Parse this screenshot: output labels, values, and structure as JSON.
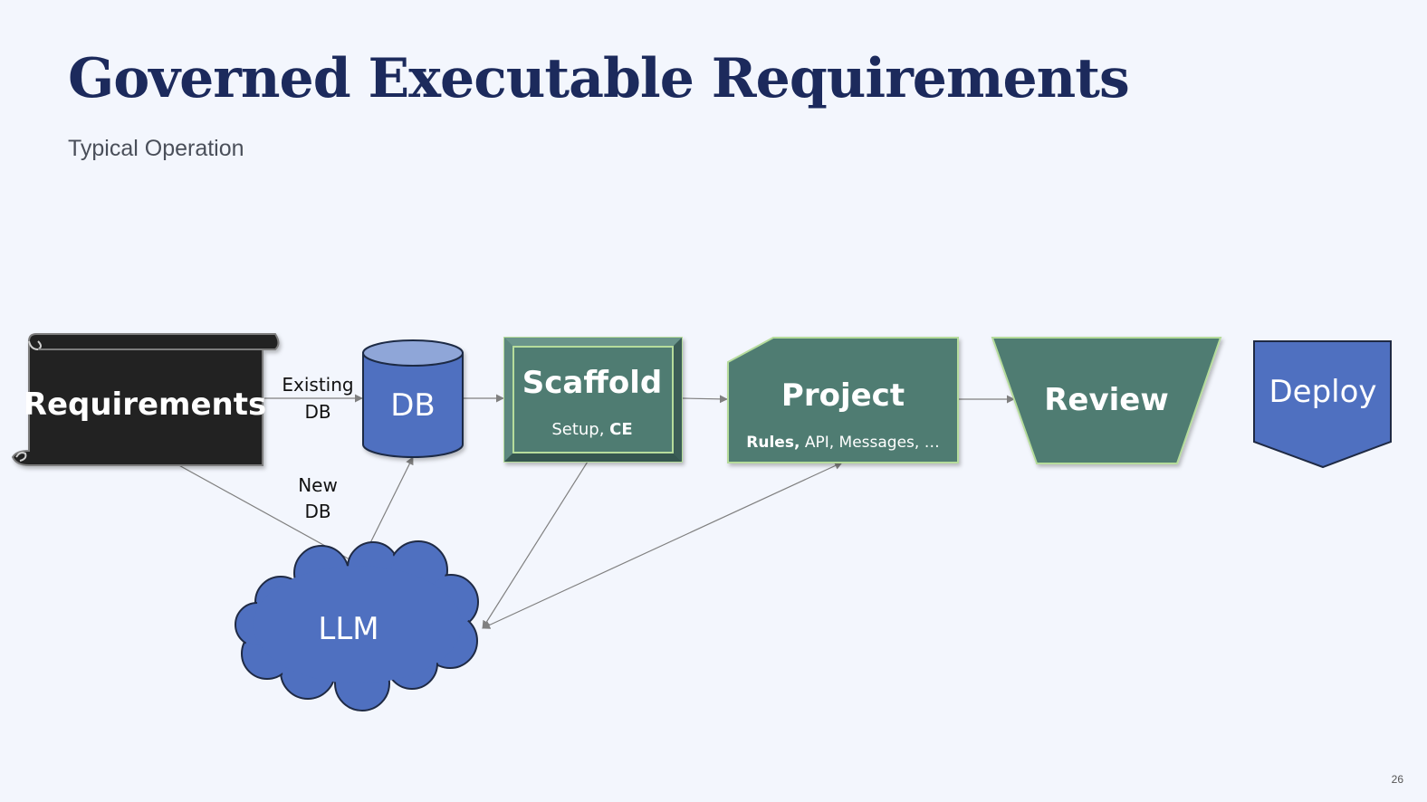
{
  "slide": {
    "title": "Governed Executable Requirements",
    "subtitle": "Typical Operation",
    "page_number": "26"
  },
  "diagram": {
    "requirements_label": "Requirements",
    "db_label": "DB",
    "scaffold": {
      "title": "Scaffold",
      "sub_prefix": "Setup, ",
      "sub_bold": "CE"
    },
    "project": {
      "title": "Project",
      "sub_bold": "Rules,",
      "sub_rest": " API, Messages, …"
    },
    "review_label": "Review",
    "deploy_label": "Deploy",
    "llm_label": "LLM",
    "edge_existing_db": [
      "Existing",
      "DB"
    ],
    "edge_new_db": [
      "New",
      "DB"
    ]
  },
  "colors": {
    "title": "#1c2a5c",
    "background": "#f3f6fd",
    "requirements_fill": "#232323",
    "blue_shape": "#4f70c0",
    "blue_shape_top": "#8fa6d8",
    "green_shape": "#4f7b72",
    "green_border": "#b6dc9c",
    "connector": "#808080"
  }
}
